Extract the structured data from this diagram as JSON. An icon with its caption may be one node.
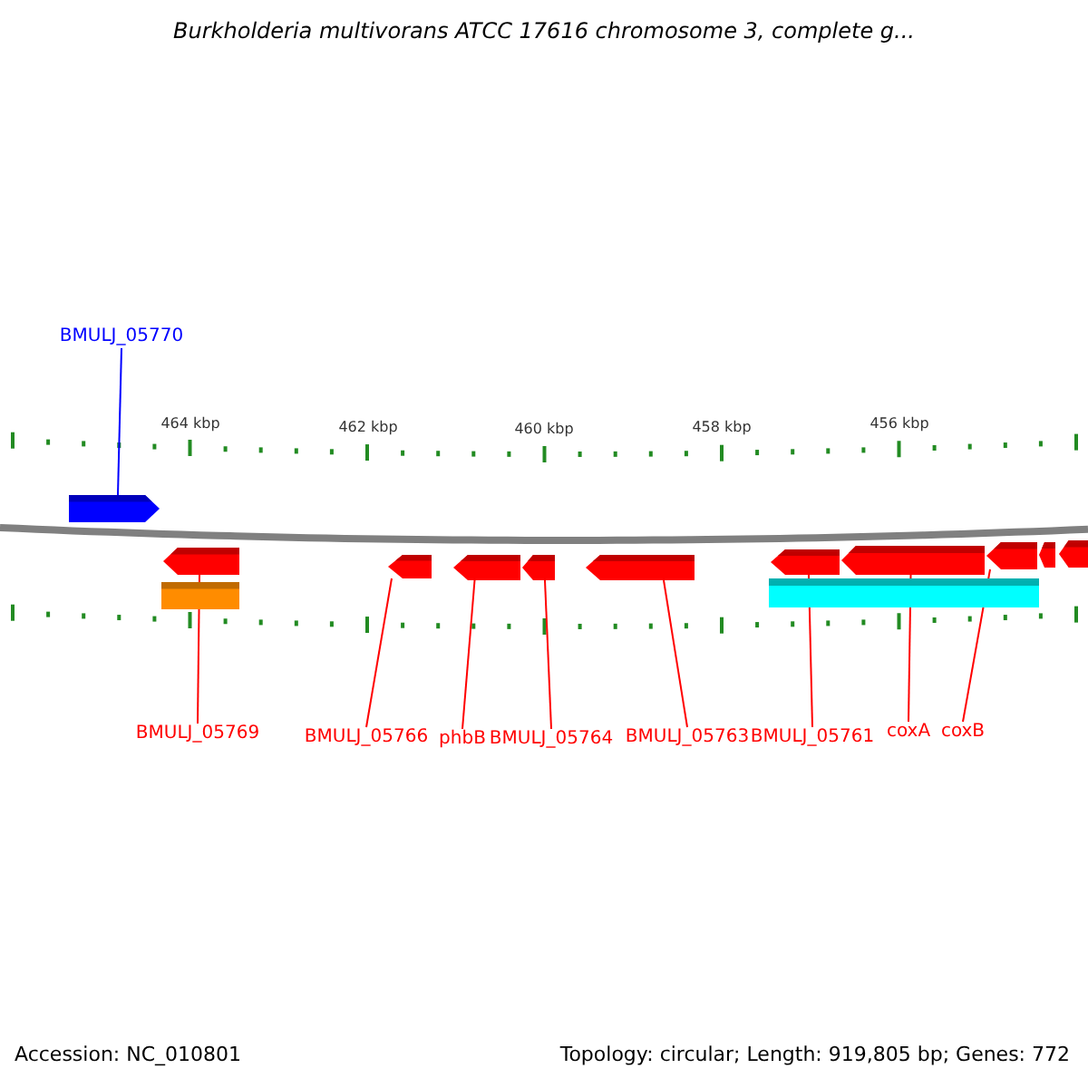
{
  "diagram": {
    "title": "Burkholderia multivorans ATCC 17616 chromosome 3, complete g...",
    "nodes": [
      {
        "text": [
          "BMULJ_05770"
        ]
      },
      {
        "text": [],
        "shape": "arrow"
      },
      {
        "text": [],
        "shape": "arrow"
      },
      {
        "text": [],
        "shape": "arrow"
      },
      {
        "text": [],
        "shape": "arrow"
      },
      {
        "text": [],
        "shape": "arrow"
      },
      {
        "text": [],
        "shape": "arrow"
      },
      {
        "text": [],
        "shape": "arrow"
      },
      {
        "text": [],
        "shape": "arrow"
      },
      {
        "text": [],
        "shape": "arrow"
      },
      {
        "text": [],
        "shape": "arrow"
      },
      {
        "text": [],
        "shape": "arrow"
      },
      {
        "text": [],
        "shape": "bar"
      },
      {
        "text": [],
        "shape": "bar"
      },
      {
        "text": [
          "BMULJ_05769"
        ]
      },
      {
        "text": [
          "BMULJ_05766"
        ]
      },
      {
        "text": [
          "phbB"
        ]
      },
      {
        "text": [
          "BMULJ_05764"
        ]
      },
      {
        "text": [
          "BMULJ_05763"
        ]
      },
      {
        "text": [
          "BMULJ_05761"
        ]
      },
      {
        "text": [
          "coxA"
        ]
      },
      {
        "text": [
          "coxB"
        ]
      }
    ],
    "edges": [
      {
        "from": 0,
        "to": 1,
        "arrow": "none",
        "color": "#0000ff"
      },
      {
        "from": 14,
        "to": 2,
        "arrow": "none"
      },
      {
        "from": 15,
        "to": 3,
        "arrow": "none"
      },
      {
        "from": 16,
        "to": 4,
        "arrow": "none"
      },
      {
        "from": 17,
        "to": 5,
        "arrow": "none"
      },
      {
        "from": 18,
        "to": 6,
        "arrow": "none"
      },
      {
        "from": 19,
        "to": 7,
        "arrow": "none"
      },
      {
        "from": 20,
        "to": 8,
        "arrow": "none"
      },
      {
        "from": 21,
        "to": 9,
        "arrow": "none"
      }
    ],
    "labels": [
      "464 kbp",
      "462 kbp",
      "460 kbp",
      "458 kbp",
      "456 kbp",
      "Accession: NC_010801",
      "Topology: circular; Length: 919,805 bp; Genes: 772"
    ]
  }
}
